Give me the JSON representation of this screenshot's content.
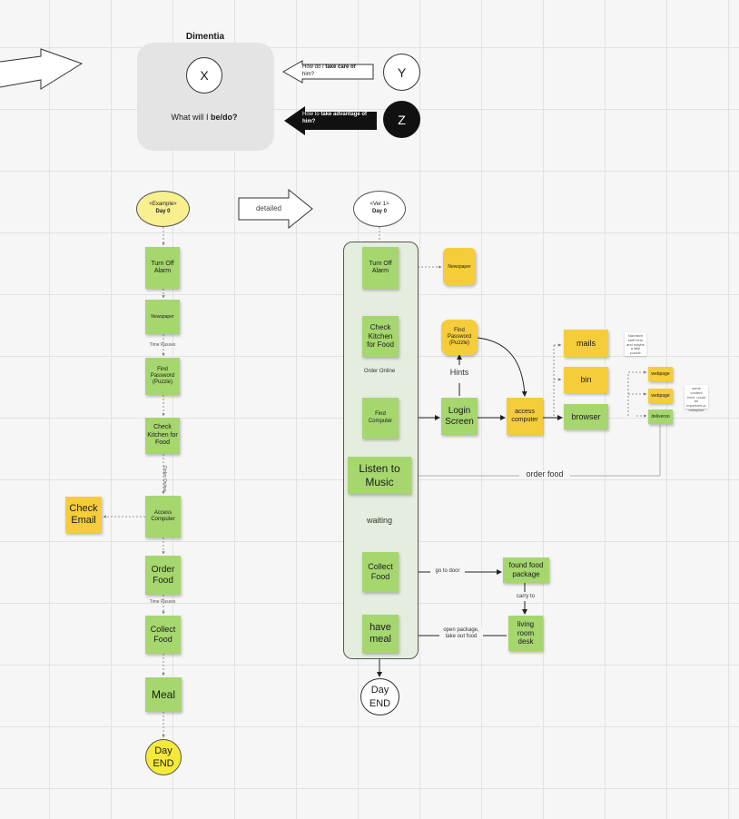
{
  "dementia": {
    "title": "Dimentia",
    "x": "X",
    "question": "What will I",
    "question_bold": "be/do?",
    "y": "Y",
    "z": "Z",
    "y_arrow_text": "How do I",
    "y_arrow_bold": "take care of",
    "y_arrow_tail": "him?",
    "z_arrow_text": "How to",
    "z_arrow_bold": "take advantage of him?"
  },
  "left_flow": {
    "start_top": "<Example>",
    "start_bottom": "Day 0",
    "steps": [
      "Turn Off Alarm",
      "Newspaper",
      "Find Password (Puzzle)",
      "Check Kitchen for Food",
      "Access Computer",
      "Order Food",
      "Collect Food",
      "Meal"
    ],
    "end": "Day END",
    "side_note": "Check Email",
    "tiny_labels": [
      "Time Passes",
      "Order Online",
      "Time Passes"
    ]
  },
  "detailed_arrow": "detailed",
  "right_flow": {
    "start_top": "<Ver 1>",
    "start_bottom": "Day 0",
    "turn_off_alarm": "Turn Off Alarm",
    "check_kitchen": "Check Kitchen for Food",
    "order_online": "Order Online",
    "find_computer": "Find Computer",
    "listen_music": "Listen to Music",
    "waiting": "waiting",
    "collect_food": "Collect Food",
    "have_meal": "have meal",
    "end": "Day END",
    "newspaper": "Newspaper",
    "find_password": "Find Password (Puzzle)",
    "hints": "Hints",
    "login_screen": "Login Screen",
    "access_computer": "access computer",
    "mails": "mails",
    "bin": "bin",
    "browser": "browser",
    "webpage1": "webpage",
    "webpage2": "webpage",
    "deliveroo": "deliveroo",
    "order_food": "order food",
    "go_to_door": "go to door",
    "found_food_package": "found food package",
    "carry_to": "carry to",
    "living_room_desk": "living room desk",
    "open_package": "open package,",
    "take_out_food": "take out food",
    "card1": "Narrative stuff here and maybe a little puzzle",
    "card2": "some content here: could be important or metaphor"
  }
}
